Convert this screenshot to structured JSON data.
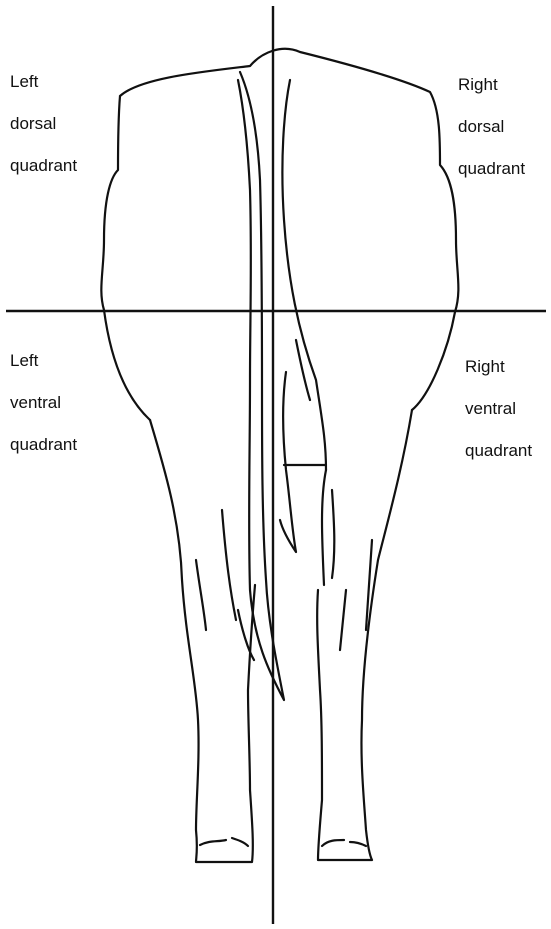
{
  "diagram": {
    "quadrants": {
      "left_dorsal": [
        "Left",
        "dorsal",
        "quadrant"
      ],
      "right_dorsal": [
        "Right",
        "dorsal",
        "quadrant"
      ],
      "left_ventral": [
        "Left",
        "ventral",
        "quadrant"
      ],
      "right_ventral": [
        "Right",
        "ventral",
        "quadrant"
      ]
    },
    "colors": {
      "line": "#111111",
      "background": "#ffffff"
    }
  }
}
